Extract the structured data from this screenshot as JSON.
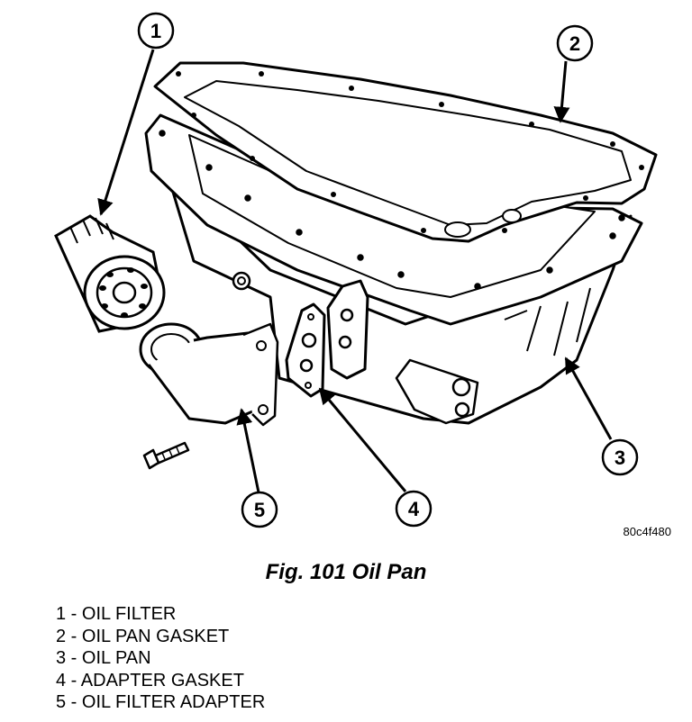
{
  "figure": {
    "image_code": "80c4f480",
    "caption": "Fig. 101 Oil Pan"
  },
  "callouts": [
    "1",
    "2",
    "3",
    "4",
    "5"
  ],
  "legend": [
    "1 - OIL FILTER",
    "2 - OIL PAN GASKET",
    "3 - OIL PAN",
    "4 - ADAPTER GASKET",
    "5 - OIL FILTER ADAPTER"
  ]
}
